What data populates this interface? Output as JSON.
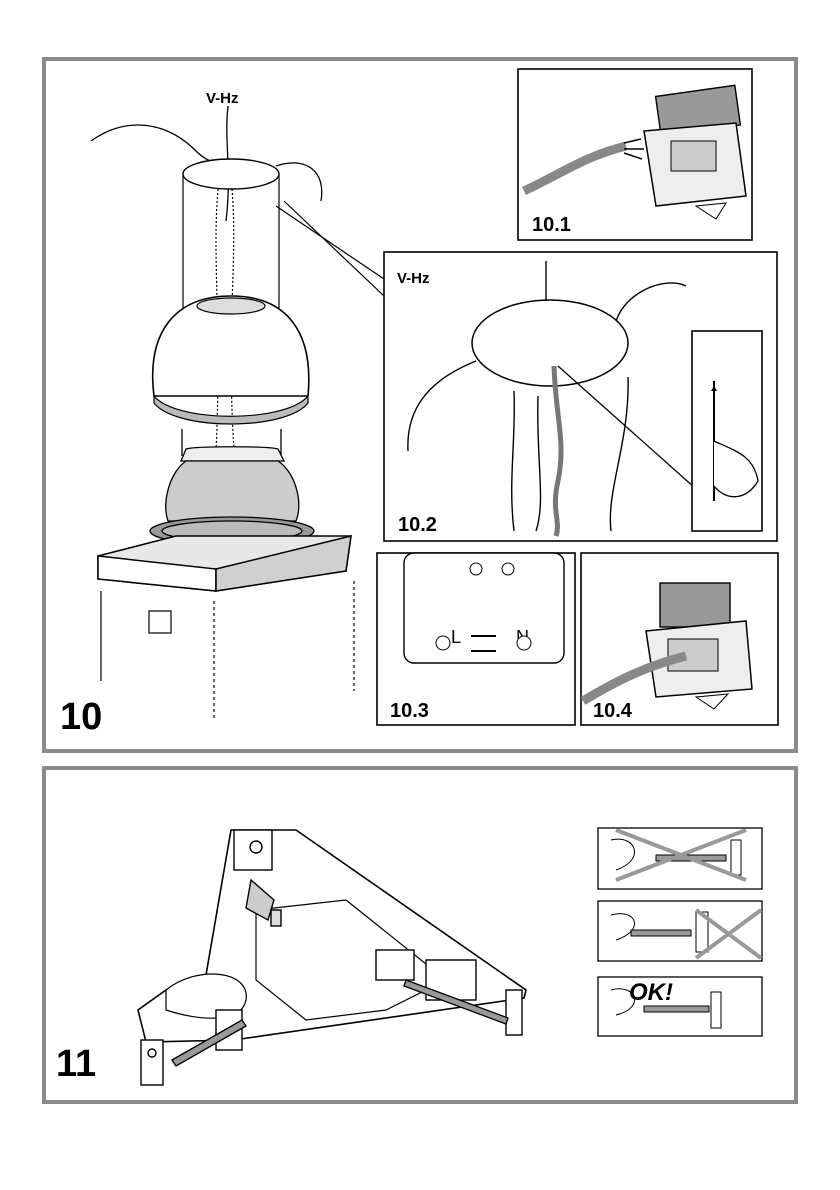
{
  "figure10": {
    "number": "10",
    "top_label": "V-Hz",
    "panels": {
      "p1": {
        "label": "10.1"
      },
      "p2": {
        "label": "10.2",
        "supply_label": "V-Hz"
      },
      "p3": {
        "label": "10.3",
        "terminal_L": "L",
        "terminal_N": "N"
      },
      "p4": {
        "label": "10.4"
      }
    }
  },
  "figure11": {
    "number": "11",
    "ok_label": "OK!"
  }
}
